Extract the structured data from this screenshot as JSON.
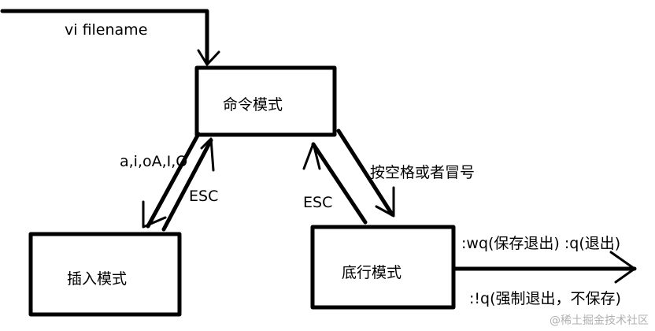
{
  "nodes": {
    "command": "命令模式",
    "insert": "插入模式",
    "lastline": "底行模式"
  },
  "edges": {
    "start": "vi filename",
    "to_insert": "a,i,oA,I,O",
    "insert_esc": "ESC",
    "lastline_esc": "ESC",
    "to_lastline": "按空格或者冒号",
    "save_quit": ":wq(保存退出) :q(退出)",
    "force_quit": ":!q(强制退出，不保存)"
  },
  "watermark": "@稀土掘金技术社区",
  "colors": {
    "stroke": "#000000",
    "background": "#ffffff",
    "watermark": "#b0b0b0"
  }
}
